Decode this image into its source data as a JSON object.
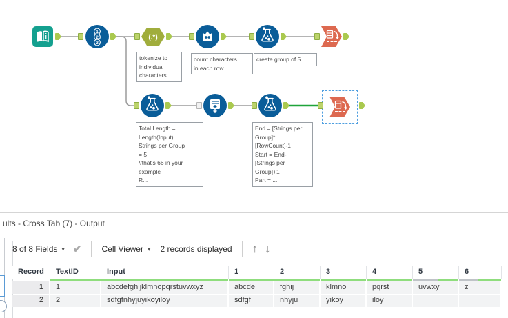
{
  "colors": {
    "tool_blue": "#0a5d99",
    "tool_teal": "#14a08f",
    "tool_olive": "#a0ad3c",
    "tool_coral": "#dd6950",
    "anchor_green": "#bcd36b",
    "wire_gray": "#9b9b9b",
    "wire_green": "#1fa43a",
    "quality_green": "#8fdd7d",
    "quality_gray": "#bfc3c7",
    "selection_blue": "#4f9fe0"
  },
  "canvas": {
    "regex_label": "(.*)",
    "tools": [
      {
        "name": "input-data-tool"
      },
      {
        "name": "record-id-tool"
      },
      {
        "name": "regex-tool",
        "annotation": "tokenize to\nindividual\ncharacters"
      },
      {
        "name": "summarize-tool",
        "annotation": "count characters\nin each row"
      },
      {
        "name": "formula-tool",
        "annotation": "create group of 5"
      },
      {
        "name": "crosstab-tool"
      },
      {
        "name": "formula-tool",
        "annotation": "Total Length =\nLength(Input)\nStrings per Group\n= 5\n//that's 66 in your\nexample\nR..."
      },
      {
        "name": "generate-rows-tool"
      },
      {
        "name": "formula-tool",
        "annotation": "End = [Strings per\nGroup]*\n[RowCount]-1\nStart = End-\n[Strings per\nGroup]+1\nPart = ..."
      },
      {
        "name": "crosstab-tool",
        "selected": true
      }
    ]
  },
  "results": {
    "title": "ults - Cross Tab (7) - Output",
    "toolbar": {
      "fields": "8 of 8 Fields",
      "cell_viewer": "Cell Viewer",
      "records": "2 records displayed"
    },
    "icons": {
      "dropdown": "▾",
      "check": "✔",
      "up": "↑",
      "down": "↓"
    },
    "table": {
      "headers": [
        "Record",
        "TextID",
        "Input",
        "1",
        "2",
        "3",
        "4",
        "5",
        "6"
      ],
      "quality": [
        "none",
        "full",
        "full",
        "full",
        "full",
        "full",
        "full",
        "split:0.55",
        "split:0.45"
      ],
      "rows": [
        [
          "1",
          "1",
          "abcdefghijklmnopqrstuvwxyz",
          "abcde",
          "fghij",
          "klmno",
          "pqrst",
          "uvwxy",
          "z"
        ],
        [
          "2",
          "2",
          "sdfgfnhyjuyikoyiloy",
          "sdfgf",
          "nhyju",
          "yikoy",
          "iloy",
          "",
          ""
        ]
      ]
    }
  }
}
